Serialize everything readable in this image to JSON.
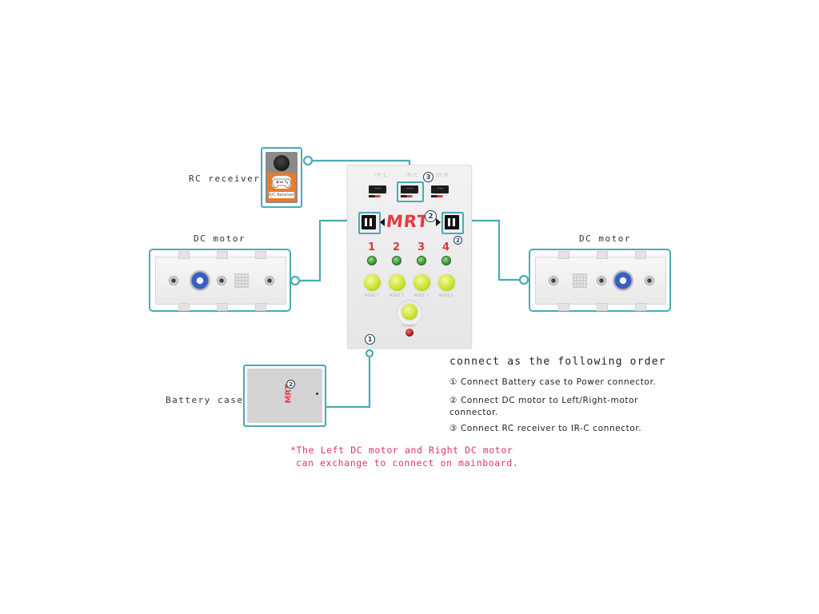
{
  "labels": {
    "rc_receiver": "RC receiver",
    "dc_motor_left": "DC motor",
    "dc_motor_right": "DC motor",
    "battery_case": "Battery case"
  },
  "rc_device": {
    "caption": "R/C Receiver"
  },
  "board": {
    "logo": "MRT",
    "headers": [
      "IR-L",
      "IR-C",
      "IR-R"
    ],
    "channel_numbers": [
      "1",
      "2",
      "3",
      "4"
    ],
    "mode_labels": [
      "MODE 1",
      "MODE 2",
      "MODE 3",
      "MODE 4"
    ],
    "power_label": "POWER"
  },
  "markers": {
    "ir_c": "3",
    "logo": "2",
    "right_motor_port": "2",
    "power": "1"
  },
  "battery": {
    "logo": "MRT",
    "marker": "2"
  },
  "instructions": {
    "title": "connect as the following order",
    "steps": [
      {
        "num": "①",
        "text": "Connect Battery case to Power connector."
      },
      {
        "num": "②",
        "text": "Connect DC motor to Left/Right-motor connector."
      },
      {
        "num": "③",
        "text": "Connect RC receiver to IR-C connector."
      }
    ]
  },
  "note": {
    "line1": "*The Left DC motor and Right DC motor",
    "line2": "can exchange to connect on mainboard."
  },
  "colors": {
    "wire": "#4aaab8",
    "accent_red": "#e53b44",
    "note_pink": "#e0326e",
    "marker_navy": "#1e3a5a"
  }
}
